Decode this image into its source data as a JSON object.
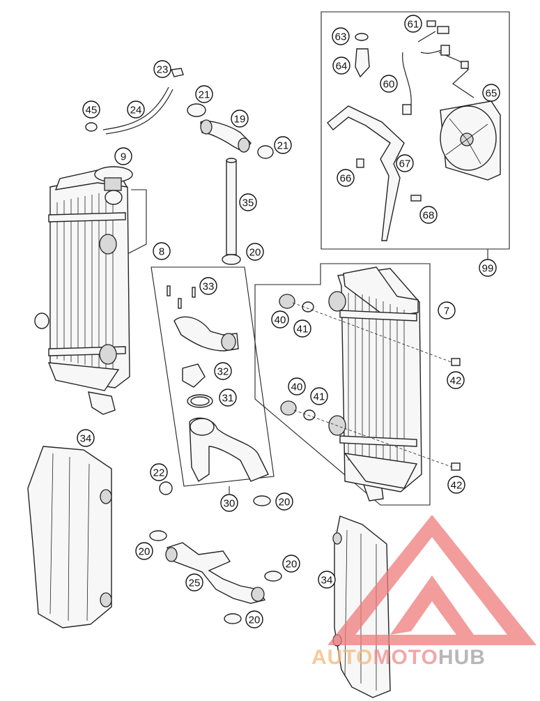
{
  "callouts": [
    {
      "id": "c23",
      "label": "23"
    },
    {
      "id": "c45",
      "label": "45"
    },
    {
      "id": "c24",
      "label": "24"
    },
    {
      "id": "c21a",
      "label": "21"
    },
    {
      "id": "c19",
      "label": "19"
    },
    {
      "id": "c21b",
      "label": "21"
    },
    {
      "id": "c35",
      "label": "35"
    },
    {
      "id": "c20a",
      "label": "20"
    },
    {
      "id": "c9",
      "label": "9"
    },
    {
      "id": "c8",
      "label": "8"
    },
    {
      "id": "c63",
      "label": "63"
    },
    {
      "id": "c61",
      "label": "61"
    },
    {
      "id": "c64",
      "label": "64"
    },
    {
      "id": "c60",
      "label": "60"
    },
    {
      "id": "c65",
      "label": "65"
    },
    {
      "id": "c66",
      "label": "66"
    },
    {
      "id": "c67",
      "label": "67"
    },
    {
      "id": "c68",
      "label": "68"
    },
    {
      "id": "c99",
      "label": "99"
    },
    {
      "id": "c33",
      "label": "33"
    },
    {
      "id": "c32",
      "label": "32"
    },
    {
      "id": "c31",
      "label": "31"
    },
    {
      "id": "c30",
      "label": "30"
    },
    {
      "id": "c7",
      "label": "7"
    },
    {
      "id": "c40a",
      "label": "40"
    },
    {
      "id": "c41a",
      "label": "41"
    },
    {
      "id": "c42a",
      "label": "42"
    },
    {
      "id": "c40b",
      "label": "40"
    },
    {
      "id": "c41b",
      "label": "41"
    },
    {
      "id": "c42b",
      "label": "42"
    },
    {
      "id": "c34a",
      "label": "34"
    },
    {
      "id": "c22",
      "label": "22"
    },
    {
      "id": "c20b",
      "label": "20"
    },
    {
      "id": "c20c",
      "label": "20"
    },
    {
      "id": "c20d",
      "label": "20"
    },
    {
      "id": "c25",
      "label": "25"
    },
    {
      "id": "c20e",
      "label": "20"
    },
    {
      "id": "c34b",
      "label": "34"
    }
  ],
  "watermark": {
    "auto": "AUTO",
    "moto": "MOTO",
    "hub": "HUB",
    "colors": {
      "auto": "#f5b87a",
      "moto": "#f08a8a",
      "hub": "#a0a0a0",
      "triangle": "#ee7b7b"
    }
  }
}
